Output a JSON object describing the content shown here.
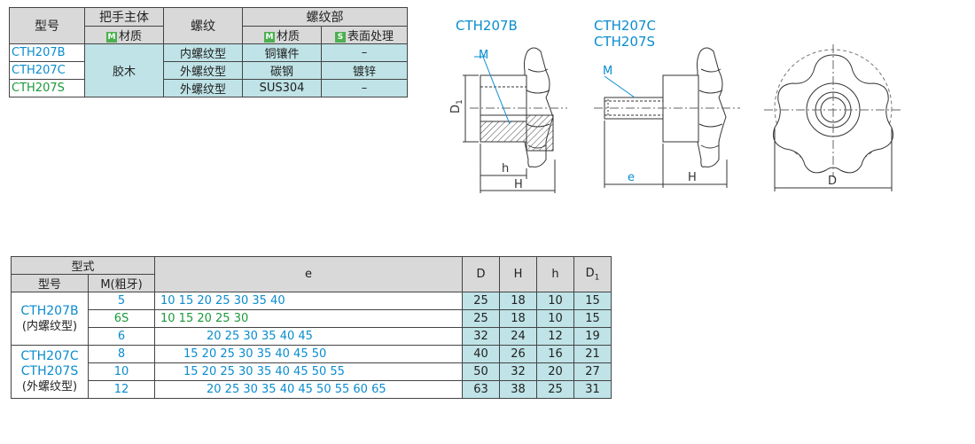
{
  "spec_table": {
    "h_model": "型号",
    "h_handle": "把手主体",
    "h_handle_mat": "材质",
    "h_thread": "螺纹",
    "h_thread_part": "螺纹部",
    "h_tp_mat": "材质",
    "h_tp_surface": "表面处理",
    "m_badge": "M",
    "s_badge": "S",
    "handle_material": "胶木",
    "rows": [
      {
        "model": "CTH207B",
        "thread": "内螺纹型",
        "material": "铜镶件",
        "surface": "–"
      },
      {
        "model": "CTH207C",
        "thread": "外螺纹型",
        "material": "碳钢",
        "surface": "镀锌"
      },
      {
        "model": "CTH207S",
        "thread": "外螺纹型",
        "material": "SUS304",
        "surface": "–"
      }
    ]
  },
  "drawings": {
    "label_b": "CTH207B",
    "label_c": "CTH207C",
    "label_s": "CTH207S",
    "dim_m": "M",
    "dim_d1": "D",
    "dim_d1_sub": "1",
    "dim_h_small": "h",
    "dim_h": "H",
    "dim_e": "e",
    "dim_d": "D"
  },
  "size_table": {
    "h_type": "型式",
    "h_model": "型号",
    "h_m": "M(粗牙)",
    "h_e": "e",
    "h_D": "D",
    "h_H": "H",
    "h_h": "h",
    "h_D1": "D",
    "h_D1_sub": "1",
    "group_b_1": "CTH207B",
    "group_b_2": "(内螺纹型)",
    "group_c_1": "CTH207C",
    "group_c_2": "CTH207S",
    "group_c_3": "(外螺纹型)",
    "rows": [
      {
        "m": "5",
        "e": "10  15  20  25  30  35  40",
        "D": "25",
        "H": "18",
        "h": "10",
        "D1": "15"
      },
      {
        "m": "6S",
        "e": "10  15  20  25  30",
        "D": "25",
        "H": "18",
        "h": "10",
        "D1": "15"
      },
      {
        "m": "6",
        "e": "20  25  30  35  40  45",
        "D": "32",
        "H": "24",
        "h": "12",
        "D1": "19"
      },
      {
        "m": "8",
        "e": "15  20  25  30  35  40  45  50",
        "D": "40",
        "H": "26",
        "h": "16",
        "D1": "21"
      },
      {
        "m": "10",
        "e": "15  20  25  30  35  40  45  50  55",
        "D": "50",
        "H": "32",
        "h": "20",
        "D1": "27"
      },
      {
        "m": "12",
        "e": "20  25  30  35  40  45  50  55  60  65",
        "D": "63",
        "H": "38",
        "h": "25",
        "D1": "31"
      }
    ]
  }
}
